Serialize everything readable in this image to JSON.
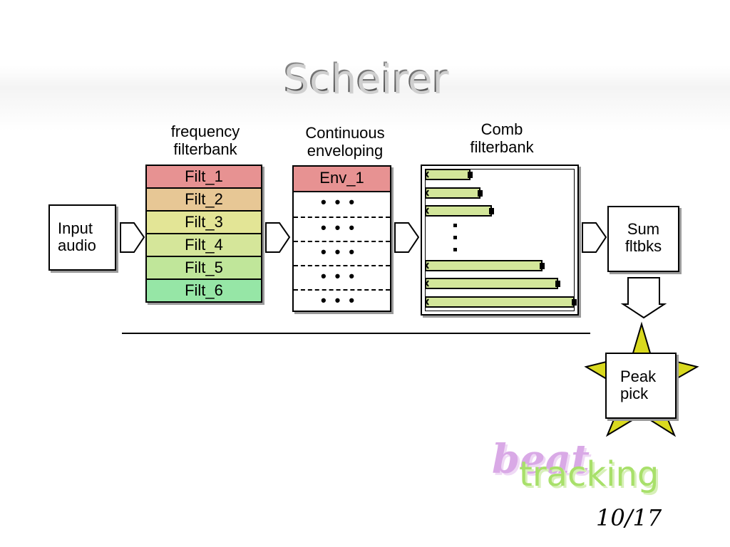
{
  "slide": {
    "title": "Scheirer",
    "page_number": "10/17"
  },
  "logo": {
    "word1": "beat",
    "word2": "tracking"
  },
  "diagram": {
    "input": {
      "line1": "Input",
      "line2": "audio"
    },
    "filterbank": {
      "caption_line1": "frequency",
      "caption_line2": "filterbank",
      "filters": [
        {
          "label": "Filt_1",
          "color": "#e79292"
        },
        {
          "label": "Filt_2",
          "color": "#e7c795"
        },
        {
          "label": "Filt_3",
          "color": "#e3e596"
        },
        {
          "label": "Filt_4",
          "color": "#d5e69a"
        },
        {
          "label": "Filt_5",
          "color": "#c0e69a"
        },
        {
          "label": "Filt_6",
          "color": "#96e6a6"
        }
      ]
    },
    "enveloping": {
      "caption_line1": "Continuous",
      "caption_line2": "enveloping",
      "header": "Env_1",
      "dots": "•••"
    },
    "comb": {
      "caption_line1": "Comb",
      "caption_line2": "filterbank",
      "bar_color": "#d3e69a"
    },
    "sum": {
      "line1": "Sum",
      "line2": "fltbks"
    },
    "peak": {
      "line1": "Peak",
      "line2": "pick",
      "star_color": "#d9d91f"
    }
  }
}
